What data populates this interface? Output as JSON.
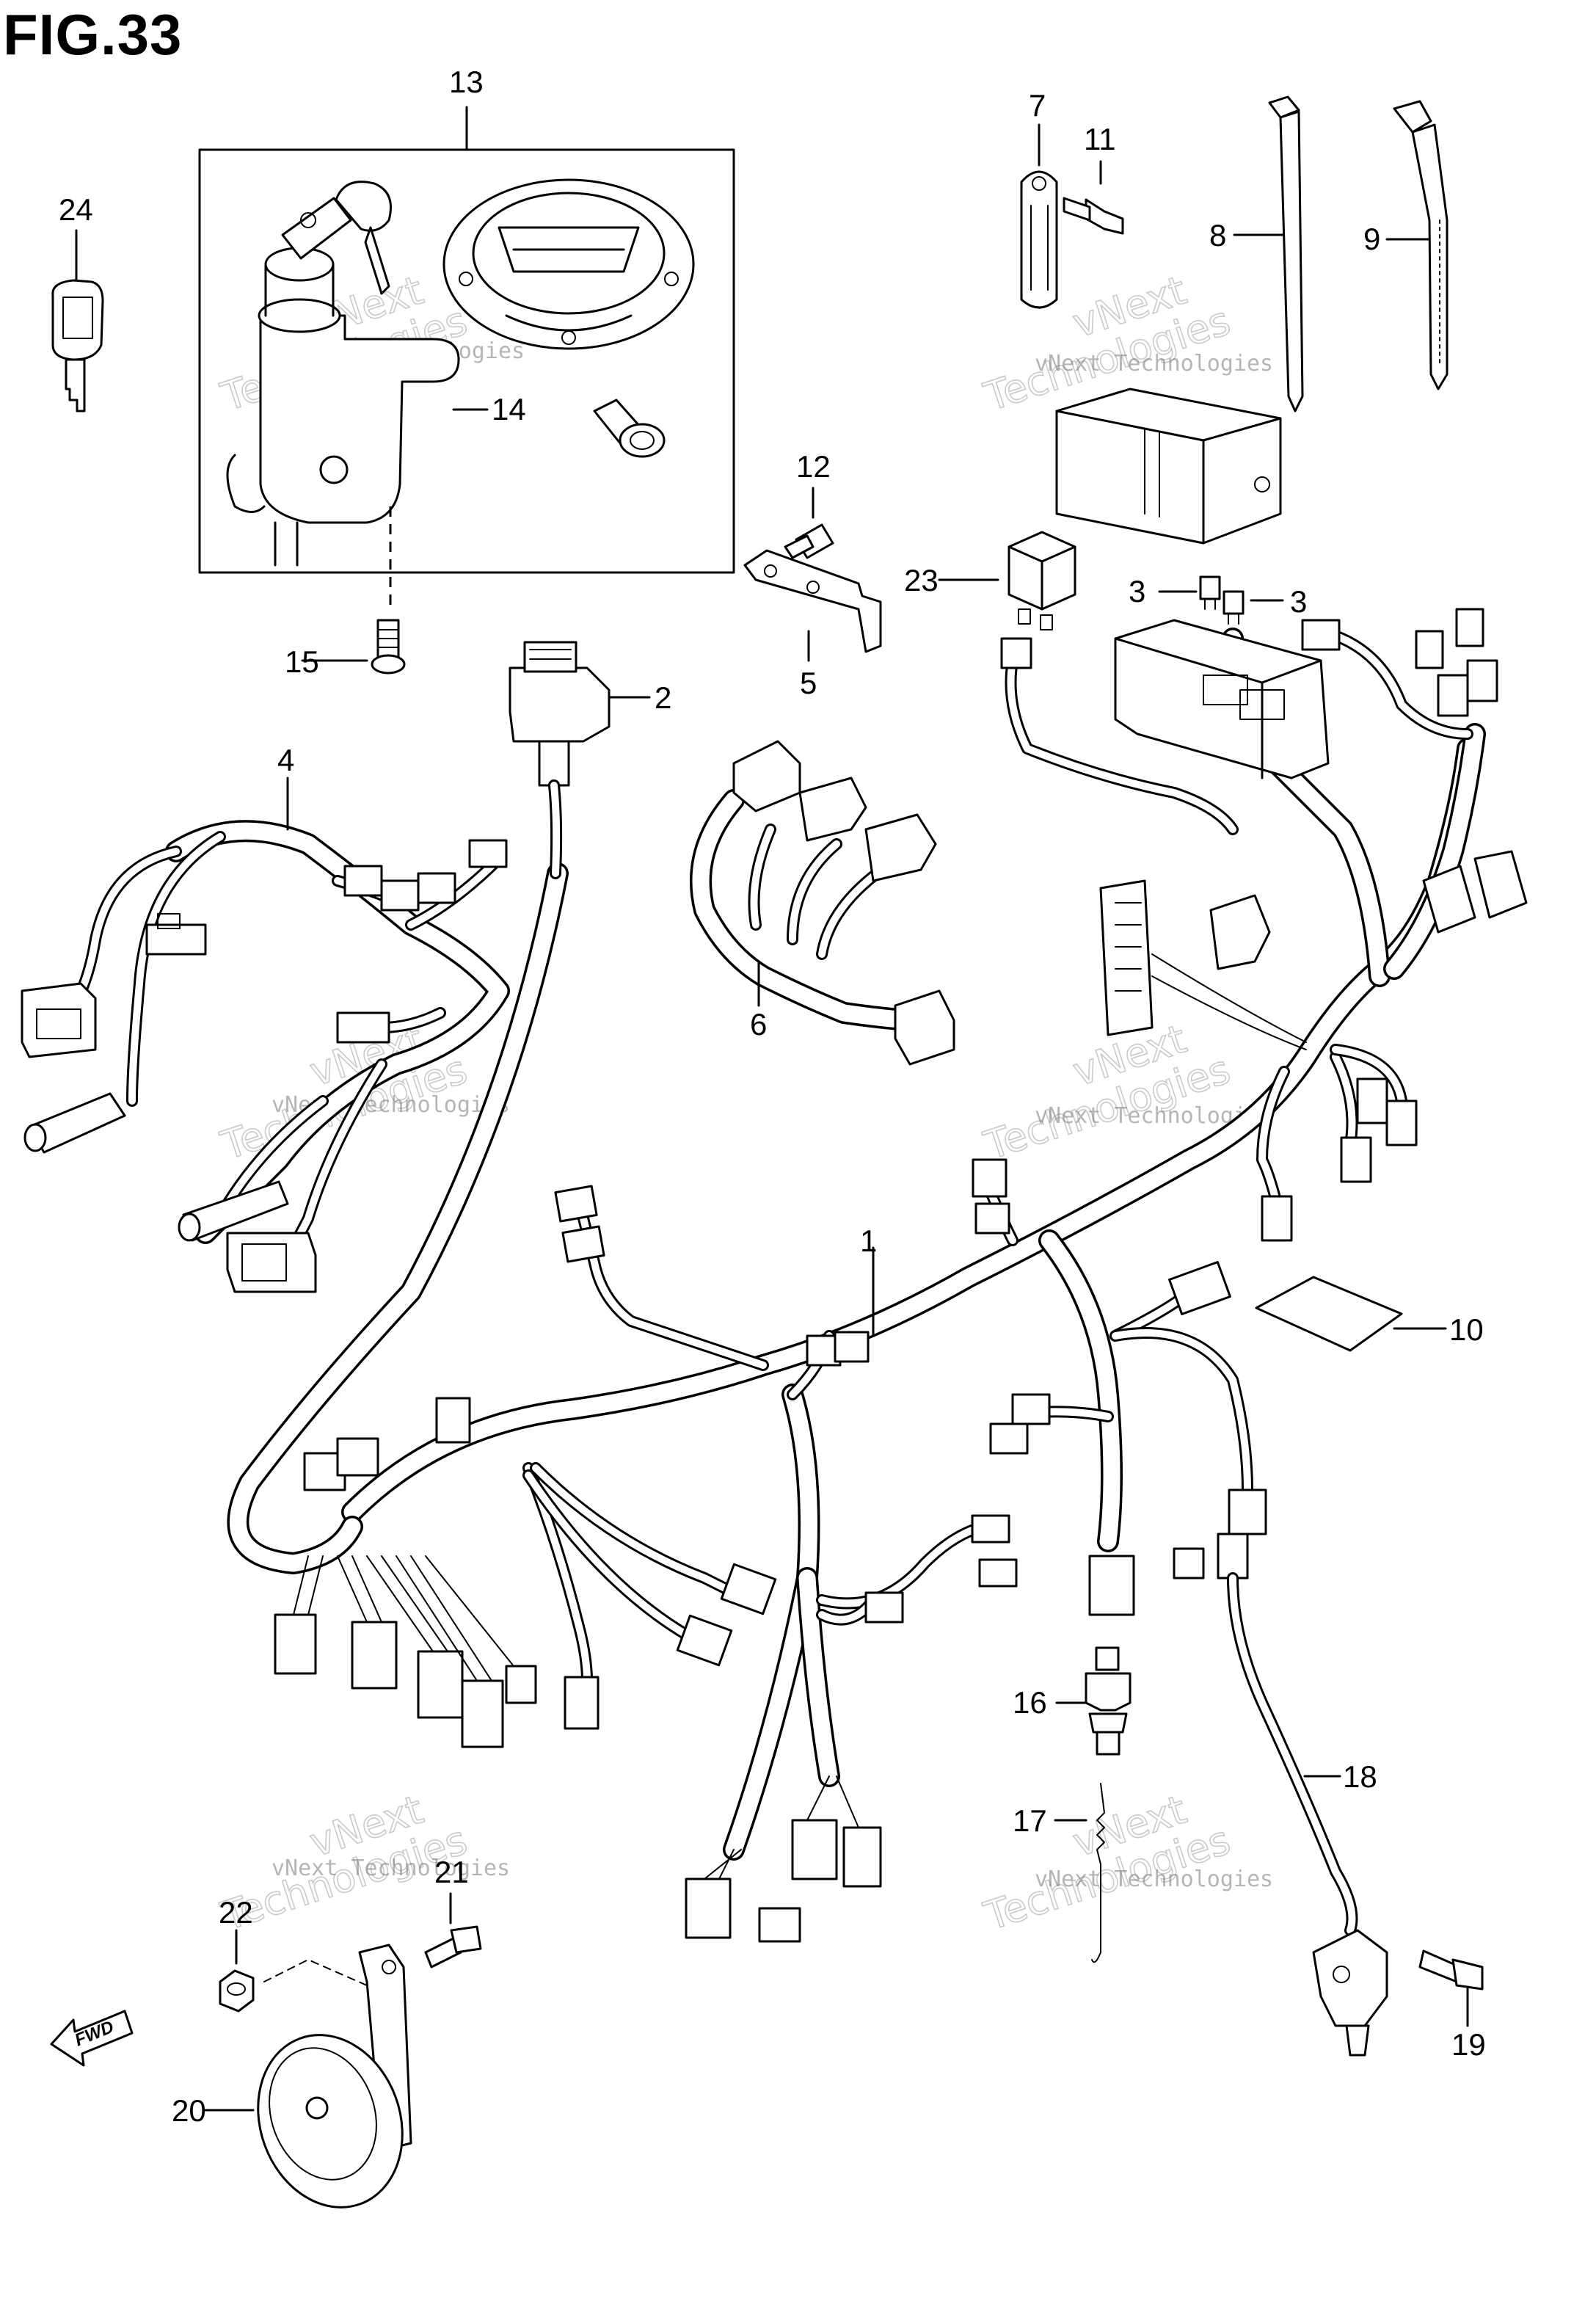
{
  "figure": {
    "title": "FIG.33"
  },
  "callouts": {
    "c1": "1",
    "c2": "2",
    "c3a": "3",
    "c3b": "3",
    "c4": "4",
    "c5": "5",
    "c6": "6",
    "c7": "7",
    "c8": "8",
    "c9": "9",
    "c10": "10",
    "c11": "11",
    "c12": "12",
    "c13": "13",
    "c14": "14",
    "c15": "15",
    "c16": "16",
    "c17": "17",
    "c18": "18",
    "c19": "19",
    "c20": "20",
    "c21": "21",
    "c22": "22",
    "c23": "23",
    "c24": "24"
  },
  "fwd_label": "FWD",
  "watermark": {
    "line1": "vNext Technologies",
    "line2": "vNext",
    "line3": "Technologies"
  }
}
